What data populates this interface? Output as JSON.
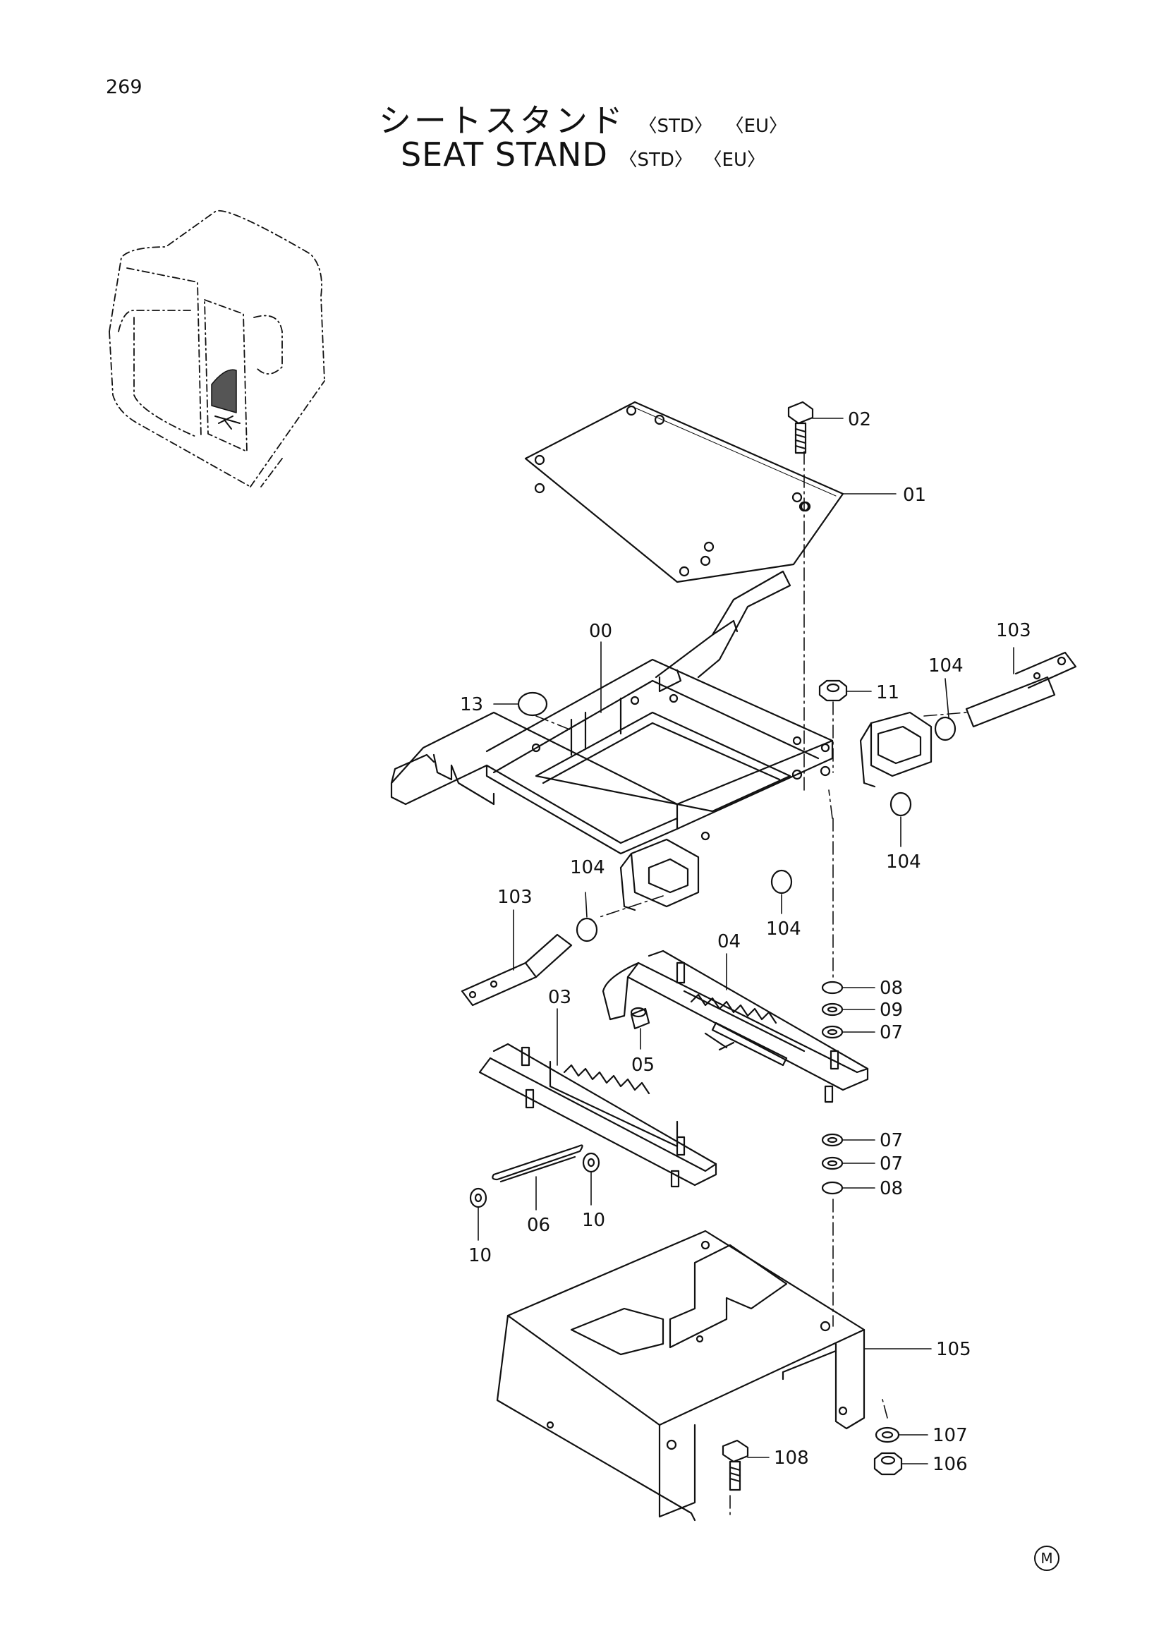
{
  "page": {
    "number": "269"
  },
  "title": {
    "japanese": "シートスタンド",
    "english": "SEAT STAND",
    "tags": [
      "〈STD〉",
      "〈EU〉"
    ]
  },
  "part_labels": [
    "00",
    "01",
    "02",
    "03",
    "04",
    "05",
    "06",
    "07",
    "07",
    "07",
    "08",
    "08",
    "09",
    "10",
    "10",
    "11",
    "13",
    "103",
    "103",
    "104",
    "104",
    "104",
    "104",
    "105",
    "106",
    "107",
    "108"
  ],
  "corner_mark": "M"
}
